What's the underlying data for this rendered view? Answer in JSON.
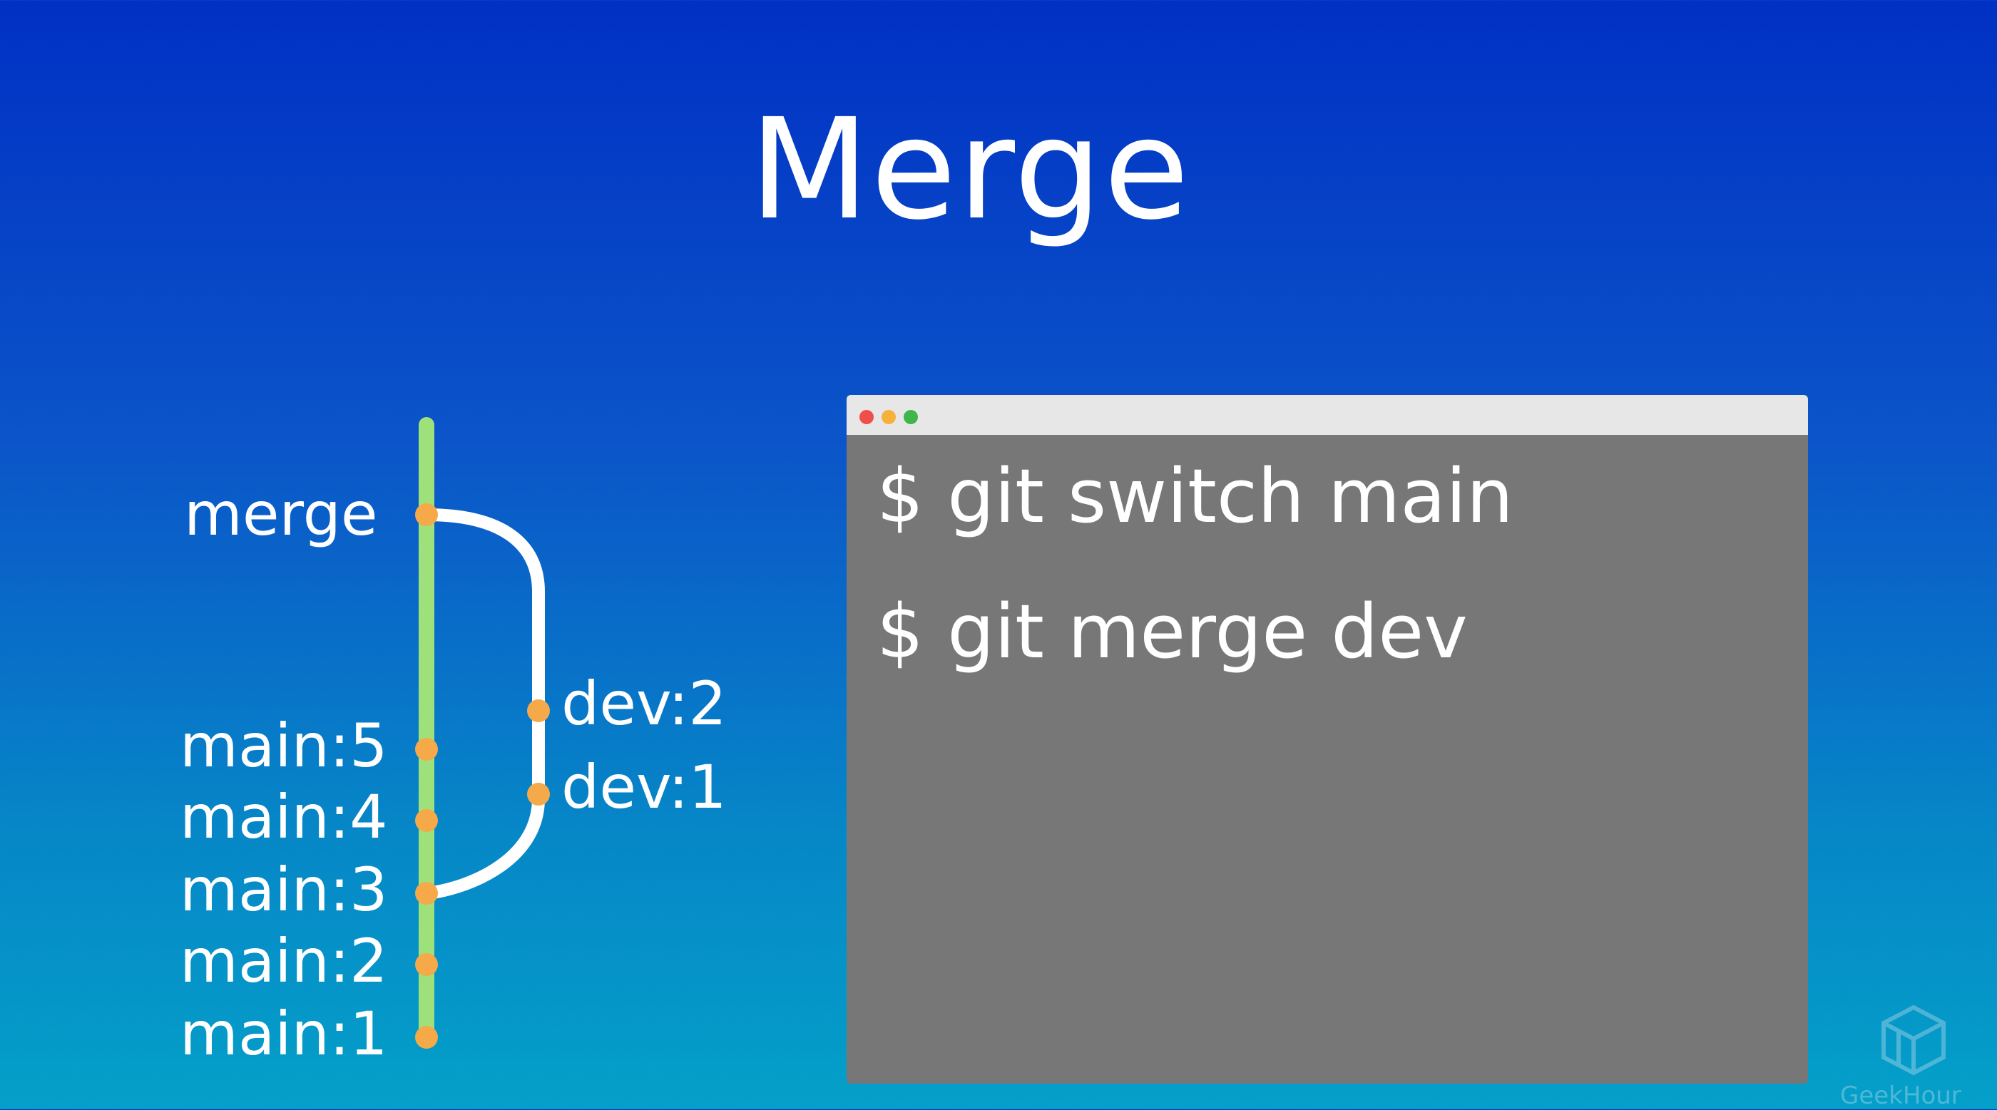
{
  "slide": {
    "title": "Merge"
  },
  "graph": {
    "main_branch_color": "#9ee07a",
    "merge_line_color": "#ffffff",
    "commit_dot_color": "#f5a948",
    "commits": {
      "merge": "merge",
      "main5": "main:5",
      "main4": "main:4",
      "main3": "main:3",
      "main2": "main:2",
      "main1": "main:1",
      "dev2": "dev:2",
      "dev1": "dev:1"
    }
  },
  "terminal": {
    "titlebar_lights": [
      "red",
      "yellow",
      "green"
    ],
    "commands": [
      "$ git switch main",
      "$ git merge dev"
    ]
  },
  "watermark": {
    "text": "GeekHour",
    "icon": "geekhour-cube-icon"
  }
}
